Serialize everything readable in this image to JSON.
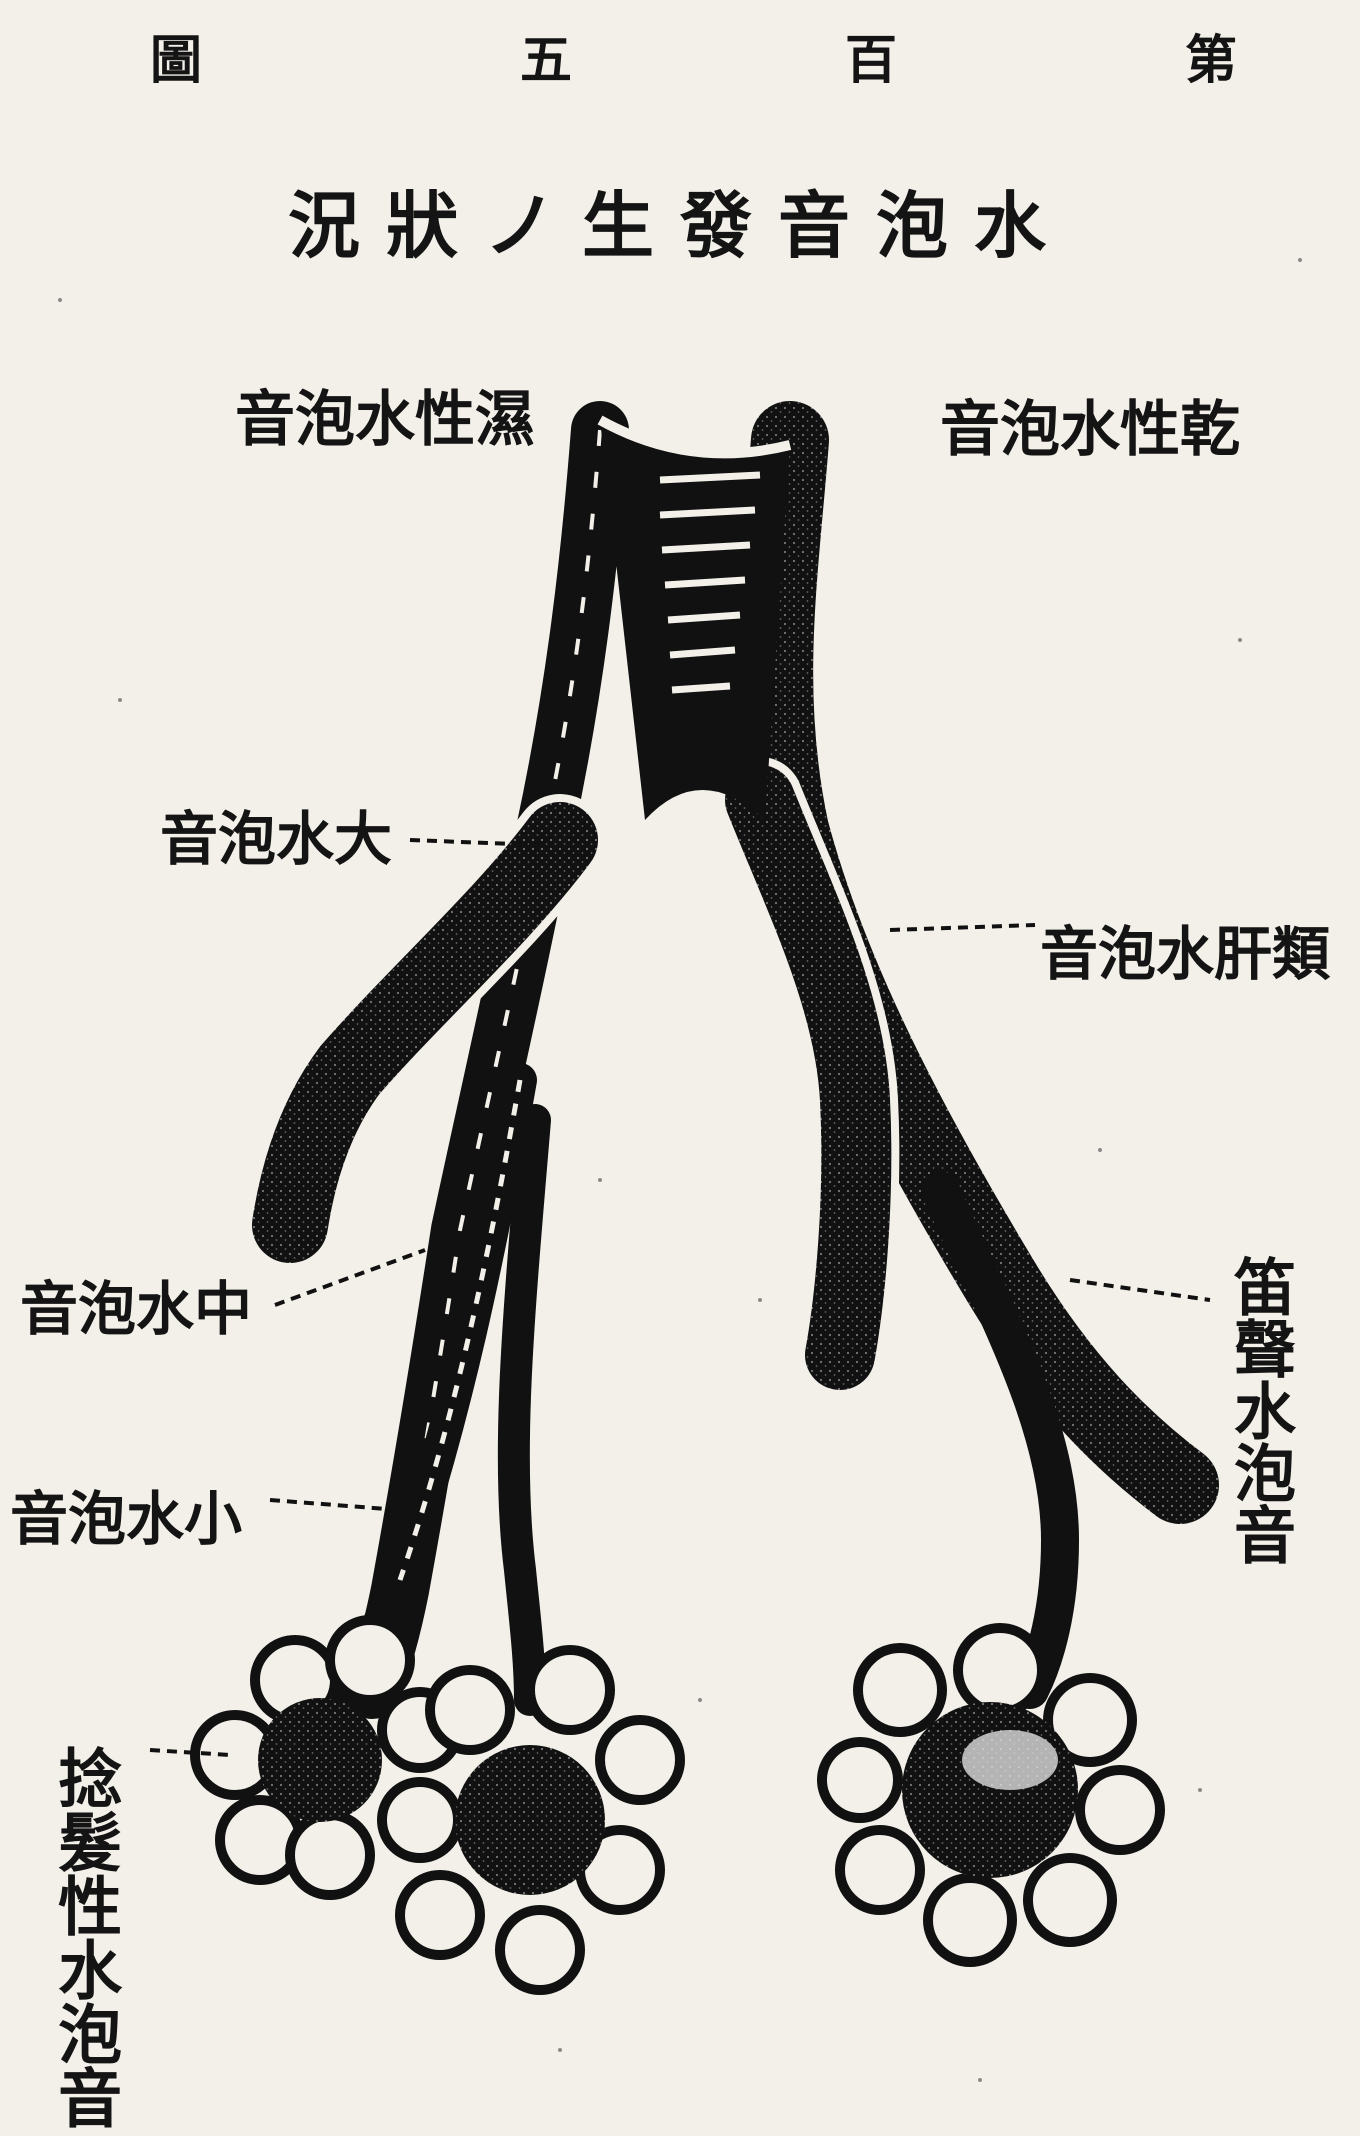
{
  "header": {
    "chars": [
      "圖",
      "五",
      "百",
      "第"
    ]
  },
  "title": "水泡音發生ノ狀況",
  "labels": {
    "wet_rales": "濕性水泡音",
    "dry_rales": "乾性水泡音",
    "large_bubble": "大水泡音",
    "subcrepitant": "類肝水泡音",
    "medium_bubble": "中水泡音",
    "small_bubble": "小水泡音",
    "whistling": "笛聲水泡音",
    "crepitant": "捻髮性水泡音"
  }
}
